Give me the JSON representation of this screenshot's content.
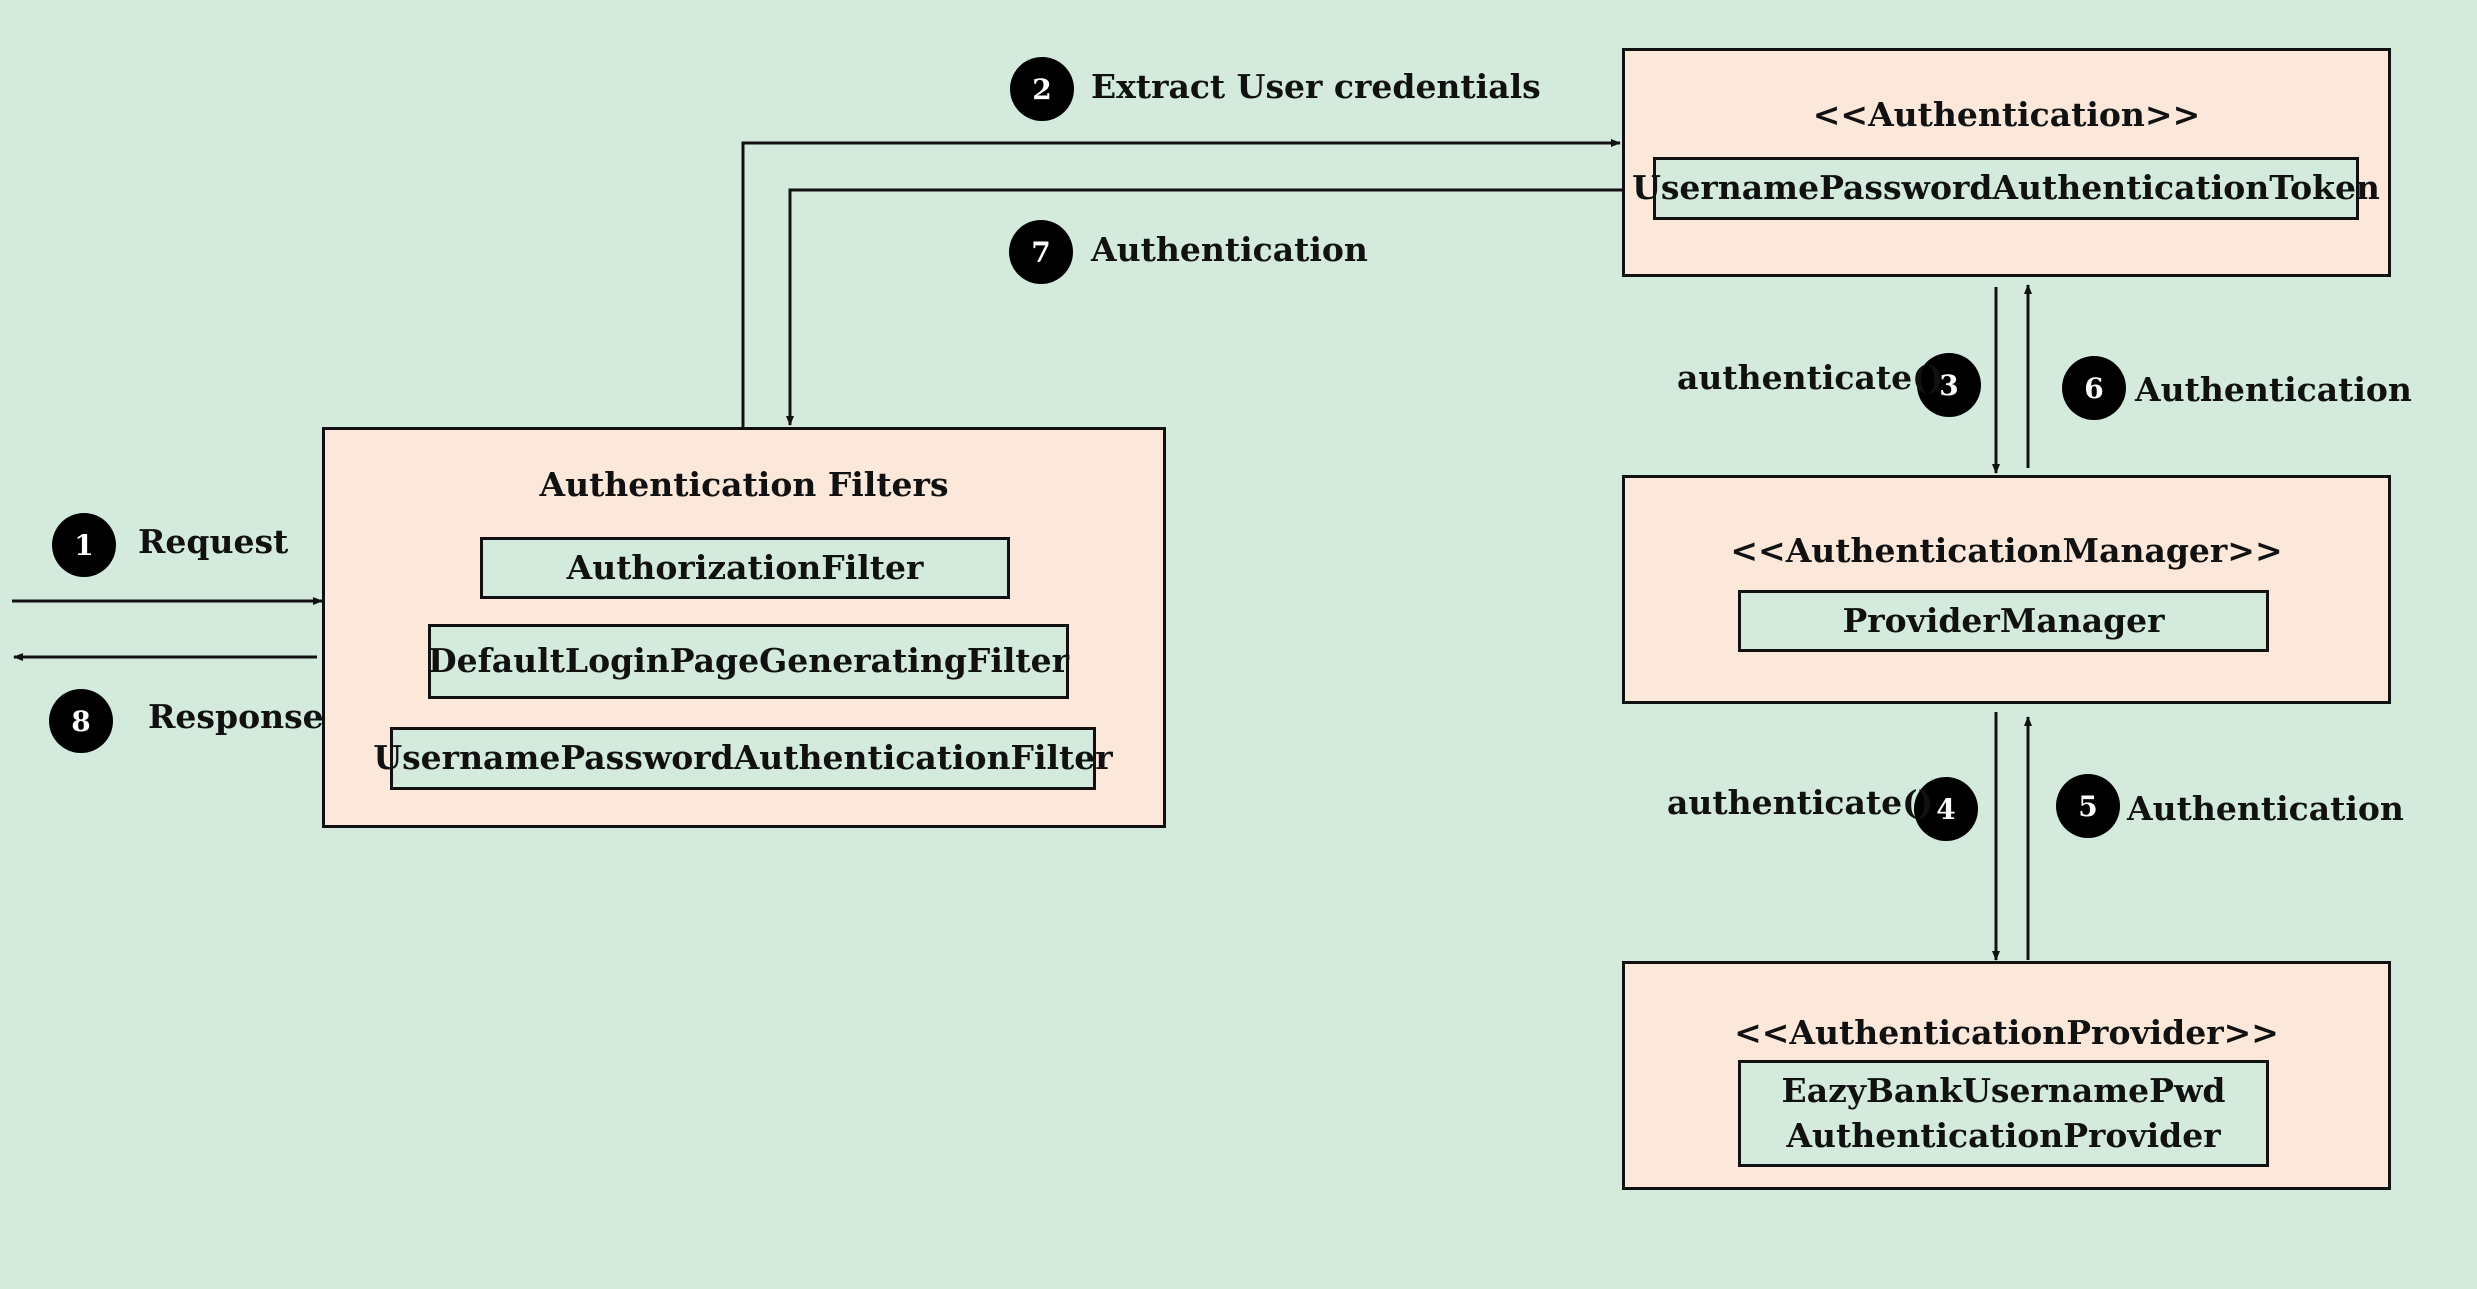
{
  "colors": {
    "background": "#d3eadd",
    "box_fill": "#fbe8da",
    "inner_fill": "#d3eadd",
    "line": "#111111",
    "badge": "#000000"
  },
  "filters": {
    "title": "Authentication Filters",
    "items": [
      "AuthorizationFilter",
      "DefaultLoginPageGeneratingFilter",
      "UsernamePasswordAuthenticationFilter"
    ]
  },
  "authentication": {
    "stereotype": "<<Authentication>>",
    "impl": "UsernamePasswordAuthenticationToken"
  },
  "manager": {
    "stereotype": "<<AuthenticationManager>>",
    "impl": "ProviderManager"
  },
  "provider": {
    "stereotype": "<<AuthenticationProvider>>",
    "impl": "EazyBankUsernamePwd\nAuthenticationProvider"
  },
  "steps": [
    {
      "num": "1",
      "label": "Request"
    },
    {
      "num": "2",
      "label": "Extract User credentials"
    },
    {
      "num": "3",
      "label": "authenticate()"
    },
    {
      "num": "4",
      "label": "authenticate()"
    },
    {
      "num": "5",
      "label": "Authentication"
    },
    {
      "num": "6",
      "label": "Authentication"
    },
    {
      "num": "7",
      "label": "Authentication"
    },
    {
      "num": "8",
      "label": "Response"
    }
  ]
}
